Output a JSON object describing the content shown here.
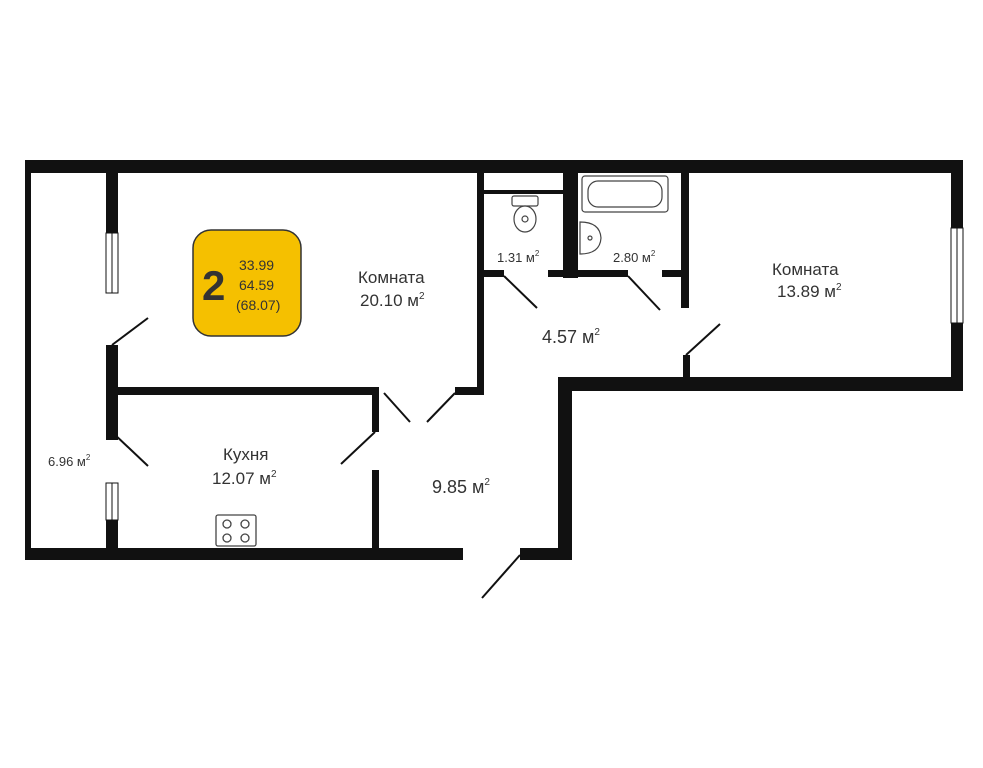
{
  "badge": {
    "rooms": "2",
    "living_area": "33.99",
    "total_area": "64.59",
    "total_with_balcony": "(68.07)",
    "color": "#f5c000"
  },
  "rooms": {
    "room_a": {
      "name": "Комната",
      "area": "20.10 м"
    },
    "room_b": {
      "name": "Комната",
      "area": "13.89 м"
    },
    "kitchen": {
      "name": "Кухня",
      "area": "12.07 м"
    },
    "loggia": {
      "area": "6.96 м"
    },
    "toilet": {
      "area": "1.31 м"
    },
    "bathroom": {
      "area": "2.80 м"
    },
    "hall_small": {
      "area": "4.57 м"
    },
    "hall_large": {
      "area": "9.85 м"
    }
  },
  "unit_superscript": "2",
  "icons": [
    "toilet-icon",
    "bathtub-icon",
    "sink-icon",
    "stove-icon"
  ],
  "colors": {
    "wall": "#111111",
    "text": "#333333"
  }
}
